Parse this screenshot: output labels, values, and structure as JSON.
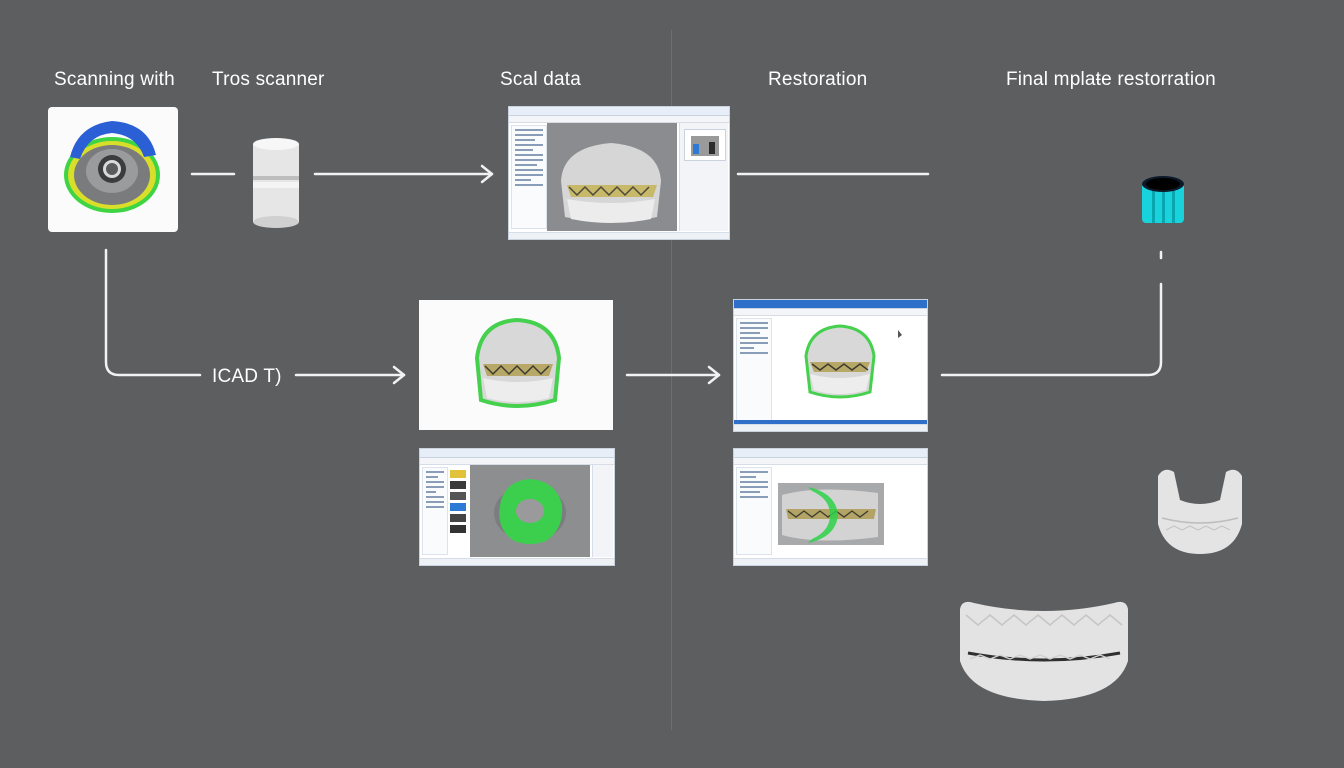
{
  "labels": {
    "scanning_with": "Scanning with",
    "scanner": "Tros scanner",
    "scan_data": "Scal data",
    "restoration": "Restoration",
    "final": "Final mplaŧe restorration",
    "cad": "ICAD T)"
  },
  "icons": {
    "scan_tile": "intraoral-scan-thumbnail",
    "scanner": "scanner-cylinder-icon",
    "implant": "implant-cylinder-icon",
    "windows": "cad-software-window"
  },
  "colors": {
    "background": "#5d5e60",
    "text": "#ffffff",
    "arrow": "#f2f2f2",
    "window_accent": "#2f6fc9",
    "mesh_green": "#3ccf4e",
    "implant_cyan": "#19d3dc"
  }
}
